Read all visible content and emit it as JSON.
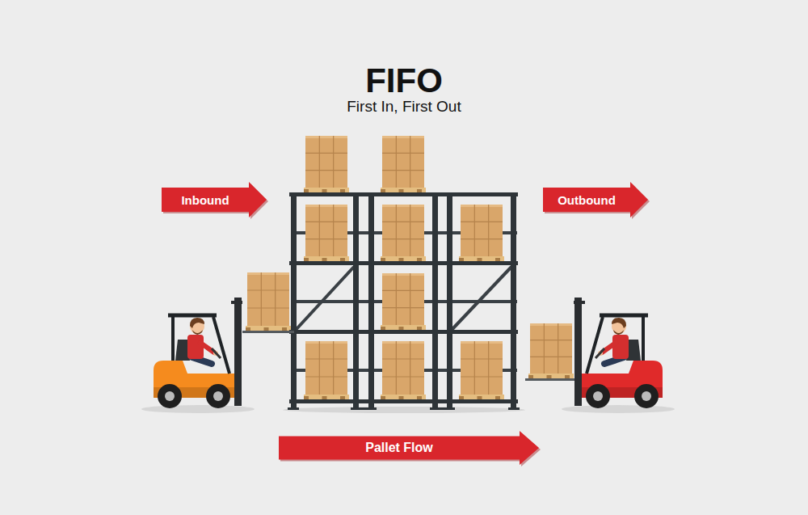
{
  "diagram": {
    "title": "FIFO",
    "nodes": [
      {
        "text": [
          "Inbound"
        ]
      },
      {
        "text": [
          "Outbound"
        ]
      },
      {
        "text": [
          "Pallet Flow"
        ]
      }
    ],
    "labels": [
      "First In, First Out"
    ]
  }
}
